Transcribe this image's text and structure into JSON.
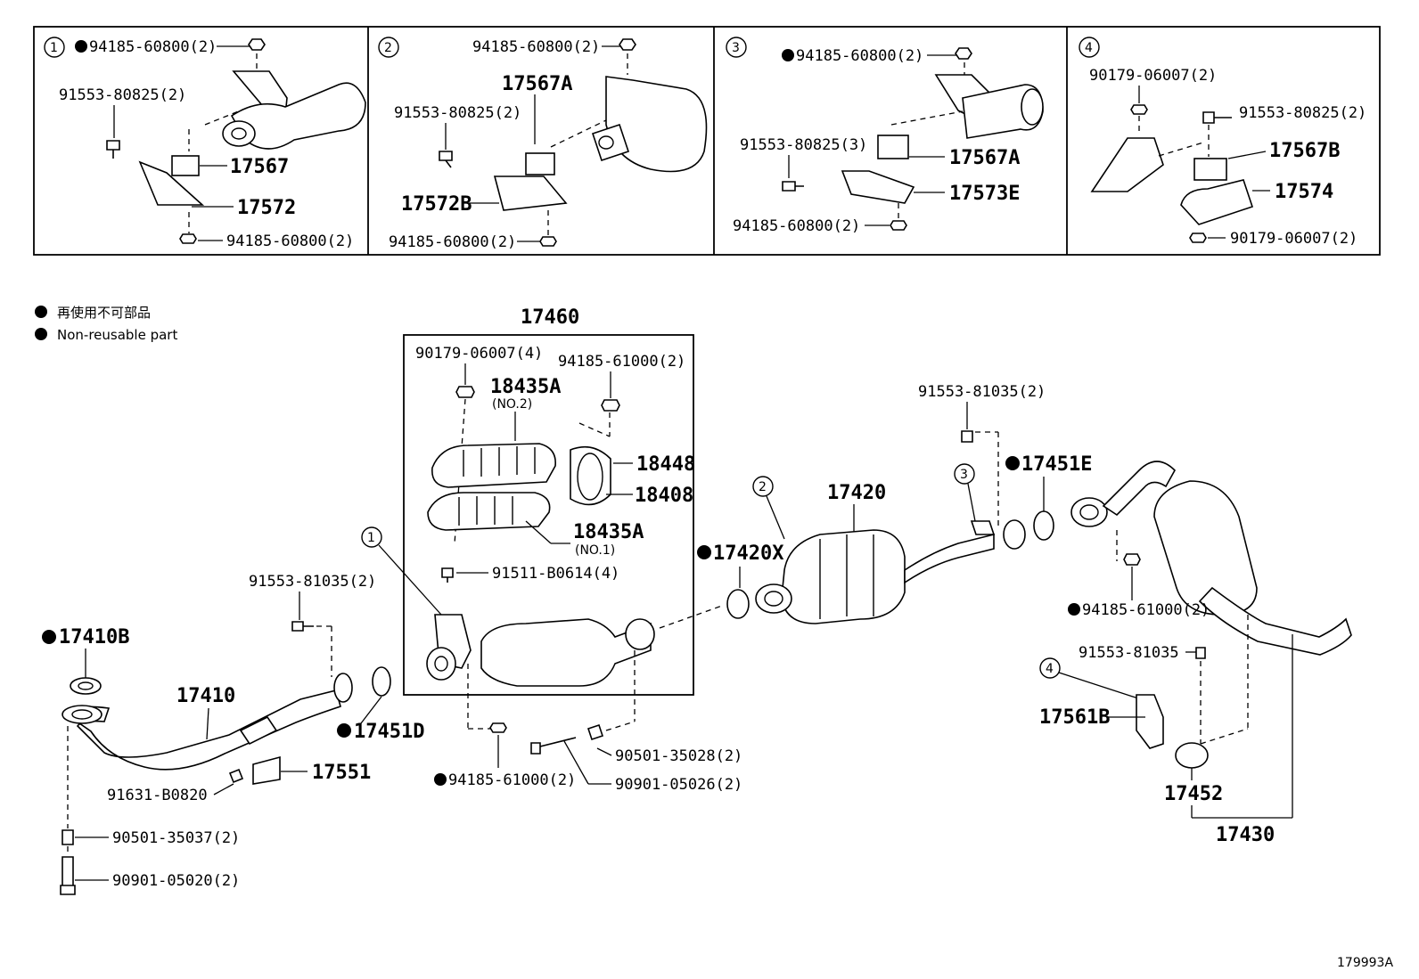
{
  "legend": {
    "jp": "再使用不可部品",
    "en": "Non-reusable part"
  },
  "drawing_code": "179993A",
  "panels": [
    {
      "num": "1",
      "labels": [
        "94185-60800(2)",
        "91553-80825(2)",
        "17567",
        "17572",
        "94185-60800(2)"
      ]
    },
    {
      "num": "2",
      "labels": [
        "94185-60800(2)",
        "17567A",
        "91553-80825(2)",
        "17572B",
        "94185-60800(2)"
      ]
    },
    {
      "num": "3",
      "labels": [
        "94185-60800(2)",
        "91553-80825(3)",
        "17567A",
        "17573E",
        "94185-60800(2)"
      ]
    },
    {
      "num": "4",
      "labels": [
        "90179-06007(2)",
        "91553-80825(2)",
        "17567B",
        "17574",
        "90179-06007(2)"
      ]
    }
  ],
  "main": {
    "assy_17460": "17460",
    "p90179_4": "90179-06007(4)",
    "p94185_61000_2a": "94185-61000(2)",
    "p18435A_no2": "18435A",
    "no2": "(NO.2)",
    "p18448": "18448",
    "p18408": "18408",
    "p18435A_no1": "18435A",
    "no1": "(NO.1)",
    "p91511": "91511-B0614(4)",
    "p91553_81035_left": "91553-81035(2)",
    "p17410B": "17410B",
    "p17410": "17410",
    "p17451D": "17451D",
    "p17551": "17551",
    "p91631": "91631-B0820",
    "p90501_37": "90501-35037(2)",
    "p90901_20": "90901-05020(2)",
    "p94185_61000_bottom": "94185-61000(2)",
    "p90501_28": "90501-35028(2)",
    "p90901_26": "90901-05026(2)",
    "p17420X": "17420X",
    "p17420": "17420",
    "p91553_81035_mid": "91553-81035(2)",
    "p17451E": "17451E",
    "p94185_61000_right": "94185-61000(2)",
    "p91553_81035_single": "91553-81035",
    "p17561B": "17561B",
    "p17452": "17452",
    "p17430": "17430",
    "circle_1": "1",
    "circle_2": "2",
    "circle_3": "3",
    "circle_4": "4"
  }
}
